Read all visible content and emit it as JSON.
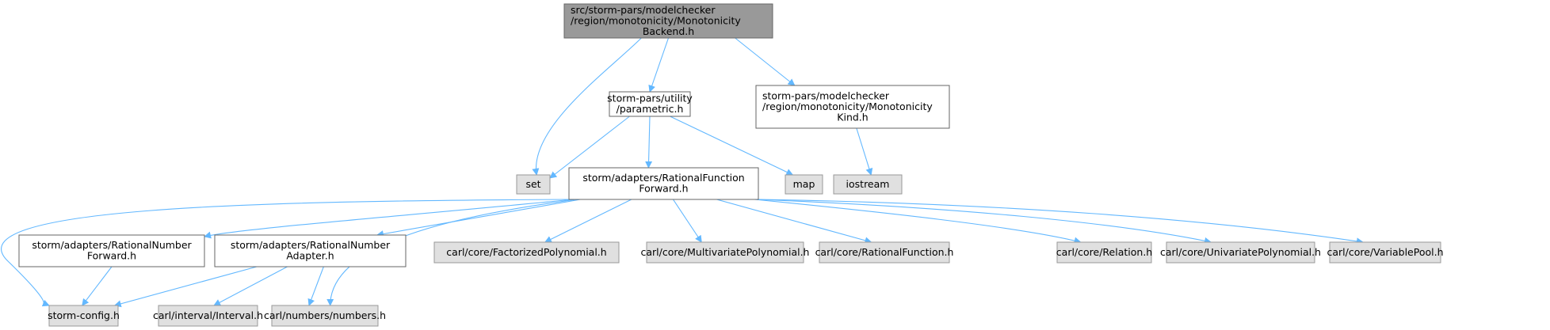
{
  "graph": {
    "title": "Include dependency graph for MonotonicityBackend.h",
    "colors": {
      "edge": "#63b8ff",
      "root_fill": "#999999",
      "root_stroke": "#666666",
      "doc_fill": "#ffffff",
      "doc_stroke": "#666666",
      "ext_fill": "#e0e0e0",
      "ext_stroke": "#999999"
    },
    "nodes": [
      {
        "id": "root",
        "kind": "root",
        "lines": [
          "src/storm-pars/modelchecker",
          "/region/monotonicity/Monotonicity",
          "Backend.h"
        ]
      },
      {
        "id": "parametric",
        "kind": "doc",
        "lines": [
          "storm-pars/utility",
          "/parametric.h"
        ]
      },
      {
        "id": "monokind",
        "kind": "doc",
        "lines": [
          "storm-pars/modelchecker",
          "/region/monotonicity/Monotonicity",
          "Kind.h"
        ]
      },
      {
        "id": "set",
        "kind": "ext",
        "lines": [
          "set"
        ]
      },
      {
        "id": "rff",
        "kind": "doc",
        "lines": [
          "storm/adapters/RationalFunction",
          "Forward.h"
        ]
      },
      {
        "id": "map",
        "kind": "ext",
        "lines": [
          "map"
        ]
      },
      {
        "id": "iostream",
        "kind": "ext",
        "lines": [
          "iostream"
        ]
      },
      {
        "id": "rnf",
        "kind": "doc",
        "lines": [
          "storm/adapters/RationalNumber",
          "Forward.h"
        ]
      },
      {
        "id": "rna",
        "kind": "doc",
        "lines": [
          "storm/adapters/RationalNumber",
          "Adapter.h"
        ]
      },
      {
        "id": "factpoly",
        "kind": "ext",
        "lines": [
          "carl/core/FactorizedPolynomial.h"
        ]
      },
      {
        "id": "multipoly",
        "kind": "ext",
        "lines": [
          "carl/core/MultivariatePolynomial.h"
        ]
      },
      {
        "id": "ratfunc",
        "kind": "ext",
        "lines": [
          "carl/core/RationalFunction.h"
        ]
      },
      {
        "id": "relation",
        "kind": "ext",
        "lines": [
          "carl/core/Relation.h"
        ]
      },
      {
        "id": "unipoly",
        "kind": "ext",
        "lines": [
          "carl/core/UnivariatePolynomial.h"
        ]
      },
      {
        "id": "varpool",
        "kind": "ext",
        "lines": [
          "carl/core/VariablePool.h"
        ]
      },
      {
        "id": "stormconfig",
        "kind": "ext",
        "lines": [
          "storm-config.h"
        ]
      },
      {
        "id": "interval",
        "kind": "ext",
        "lines": [
          "carl/interval/Interval.h"
        ]
      },
      {
        "id": "numbers",
        "kind": "ext",
        "lines": [
          "carl/numbers/numbers.h"
        ]
      }
    ],
    "edges": [
      [
        "root",
        "parametric"
      ],
      [
        "root",
        "monokind"
      ],
      [
        "root",
        "set"
      ],
      [
        "parametric",
        "set"
      ],
      [
        "parametric",
        "rff"
      ],
      [
        "parametric",
        "map"
      ],
      [
        "monokind",
        "iostream"
      ],
      [
        "rff",
        "rnf"
      ],
      [
        "rff",
        "rna"
      ],
      [
        "rff",
        "stormconfig"
      ],
      [
        "rff",
        "numbers"
      ],
      [
        "rff",
        "factpoly"
      ],
      [
        "rff",
        "multipoly"
      ],
      [
        "rff",
        "ratfunc"
      ],
      [
        "rff",
        "relation"
      ],
      [
        "rff",
        "unipoly"
      ],
      [
        "rff",
        "varpool"
      ],
      [
        "rnf",
        "stormconfig"
      ],
      [
        "rna",
        "stormconfig"
      ],
      [
        "rna",
        "interval"
      ],
      [
        "rna",
        "numbers"
      ]
    ]
  }
}
